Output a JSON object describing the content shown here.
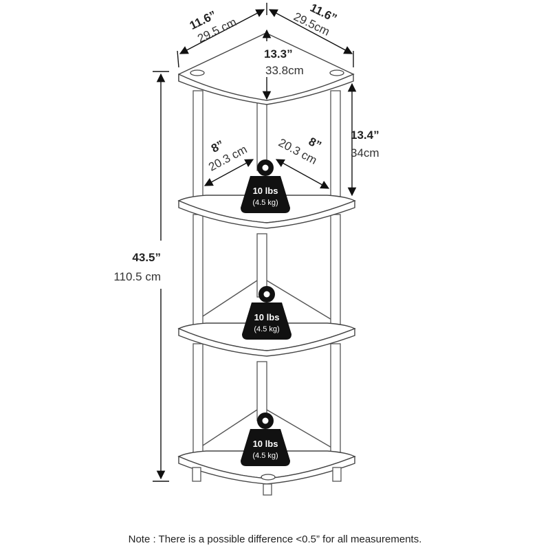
{
  "dimensions": {
    "top_left_edge": {
      "inch": "11.6”",
      "cm": "29.5 cm"
    },
    "top_right_edge": {
      "inch": "11.6”",
      "cm": "29.5cm"
    },
    "top_depth": {
      "inch": "13.3”",
      "cm": "33.8cm"
    },
    "shelf_left_edge": {
      "inch": "8”",
      "cm": "20.3 cm"
    },
    "shelf_right_edge": {
      "inch": "8”",
      "cm": "20.3 cm"
    },
    "shelf_gap": {
      "inch": "13.4”",
      "cm": "34cm"
    },
    "overall_height": {
      "inch": "43.5”",
      "cm": "110.5 cm"
    }
  },
  "weights": [
    {
      "lbs": "10 lbs",
      "kg": "(4.5 kg)"
    },
    {
      "lbs": "10 lbs",
      "kg": "(4.5 kg)"
    },
    {
      "lbs": "10 lbs",
      "kg": "(4.5 kg)"
    }
  ],
  "note": "Note : There is a possible difference <0.5” for all measurements.",
  "colors": {
    "weight_fill": "#111111",
    "line": "#444444"
  }
}
